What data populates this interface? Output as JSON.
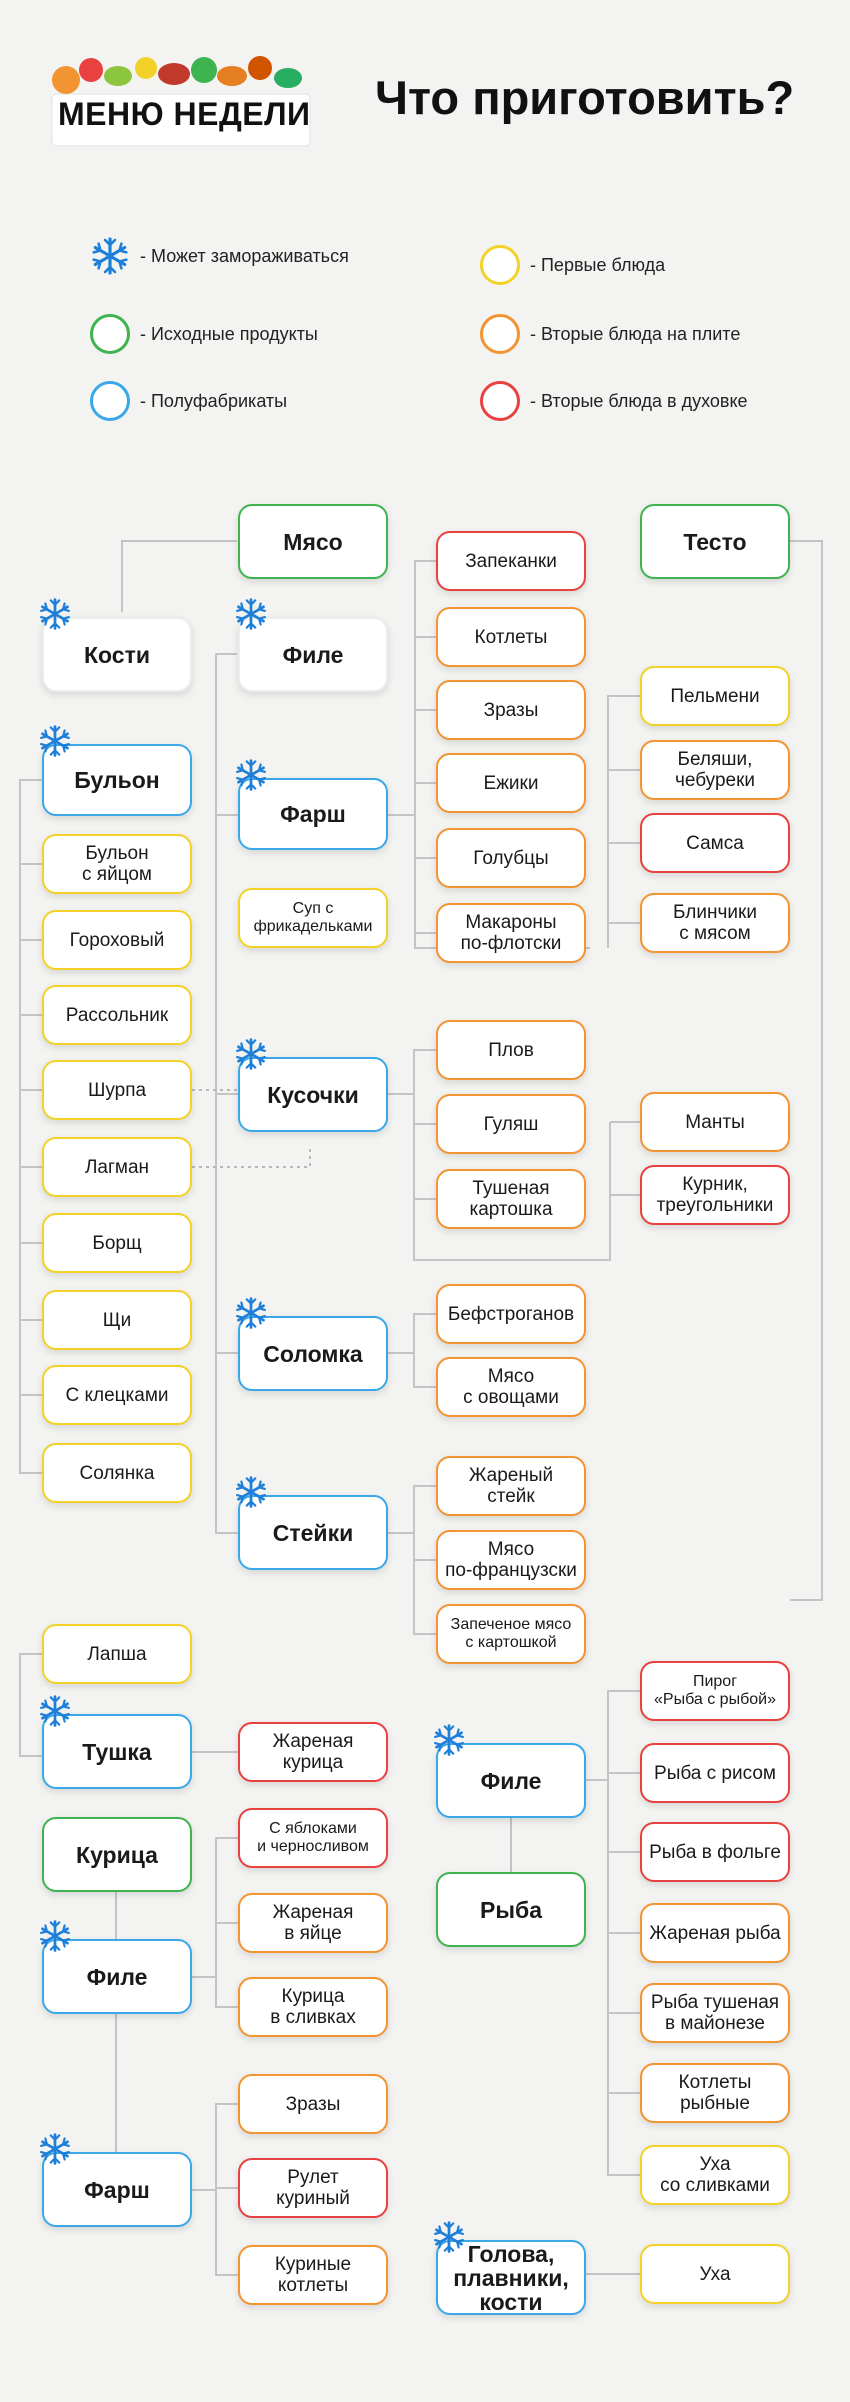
{
  "header": {
    "logo_text": "МЕНЮ НЕДЕЛИ",
    "title": "Что приготовить?"
  },
  "colors": {
    "green": "#3fb34f",
    "blue": "#3aa8e8",
    "yellow": "#f2d229",
    "orange": "#f29431",
    "red": "#e8413f",
    "grey": "#ececec",
    "snowflake": "#1e7fd8"
  },
  "legend": [
    {
      "type": "snow",
      "text": "- Может замораживаться"
    },
    {
      "type": "green",
      "text": "- Исходные продукты"
    },
    {
      "type": "blue",
      "text": "- Полуфабрикаты"
    },
    {
      "type": "yellow",
      "text": "- Первые блюда"
    },
    {
      "type": "orange",
      "text": "- Вторые блюда на плите"
    },
    {
      "type": "red",
      "text": "- Вторые блюда в духовке"
    }
  ],
  "nodes": [
    {
      "id": "myaso",
      "label": "Мясо",
      "color": "green",
      "bold": true
    },
    {
      "id": "testo",
      "label": "Тесто",
      "color": "green",
      "bold": true
    },
    {
      "id": "kosti",
      "label": "Кости",
      "color": "grey",
      "bold": true,
      "frozen": true
    },
    {
      "id": "file_m",
      "label": "Филе",
      "color": "grey",
      "bold": true,
      "frozen": true
    },
    {
      "id": "zapekanki",
      "label": "Запеканки",
      "color": "red"
    },
    {
      "id": "kotlety",
      "label": "Котлеты",
      "color": "orange"
    },
    {
      "id": "zrazy",
      "label": "Зразы",
      "color": "orange"
    },
    {
      "id": "ezhiki",
      "label": "Ежики",
      "color": "orange"
    },
    {
      "id": "golubtsy",
      "label": "Голубцы",
      "color": "orange"
    },
    {
      "id": "makarony",
      "label": "Макароны\nпо-флотски",
      "color": "orange"
    },
    {
      "id": "pelmeni",
      "label": "Пельмени",
      "color": "yellow"
    },
    {
      "id": "belyashi",
      "label": "Беляши,\nчебуреки",
      "color": "orange"
    },
    {
      "id": "samsa",
      "label": "Самса",
      "color": "red"
    },
    {
      "id": "blinchiki",
      "label": "Блинчики\nс мясом",
      "color": "orange"
    },
    {
      "id": "bulon",
      "label": "Бульон",
      "color": "blue",
      "bold": true,
      "frozen": true
    },
    {
      "id": "farsh_m",
      "label": "Фарш",
      "color": "blue",
      "bold": true,
      "frozen": true
    },
    {
      "id": "sup_frik",
      "label": "Суп с\nфрикадельками",
      "color": "yellow",
      "small": true
    },
    {
      "id": "bulon_yaico",
      "label": "Бульон\nс яйцом",
      "color": "yellow"
    },
    {
      "id": "gorohovyi",
      "label": "Гороховый",
      "color": "yellow"
    },
    {
      "id": "rassolnik",
      "label": "Рассольник",
      "color": "yellow"
    },
    {
      "id": "shurpa",
      "label": "Шурпа",
      "color": "yellow"
    },
    {
      "id": "lagman",
      "label": "Лагман",
      "color": "yellow"
    },
    {
      "id": "borsch",
      "label": "Борщ",
      "color": "yellow"
    },
    {
      "id": "schi",
      "label": "Щи",
      "color": "yellow"
    },
    {
      "id": "kletski",
      "label": "С клецками",
      "color": "yellow"
    },
    {
      "id": "solyanka",
      "label": "Солянка",
      "color": "yellow"
    },
    {
      "id": "kusochki",
      "label": "Кусочки",
      "color": "blue",
      "bold": true,
      "frozen": true
    },
    {
      "id": "plov",
      "label": "Плов",
      "color": "orange"
    },
    {
      "id": "gulyash",
      "label": "Гуляш",
      "color": "orange"
    },
    {
      "id": "tushenaya",
      "label": "Тушеная\nкартошка",
      "color": "orange"
    },
    {
      "id": "manty",
      "label": "Манты",
      "color": "orange"
    },
    {
      "id": "kurnik",
      "label": "Курник,\nтреугольники",
      "color": "red"
    },
    {
      "id": "solomka",
      "label": "Соломка",
      "color": "blue",
      "bold": true,
      "frozen": true
    },
    {
      "id": "befstroganov",
      "label": "Бефстроганов",
      "color": "orange"
    },
    {
      "id": "myaso_ovosch",
      "label": "Мясо\nс овощами",
      "color": "orange"
    },
    {
      "id": "steiki",
      "label": "Стейки",
      "color": "blue",
      "bold": true,
      "frozen": true
    },
    {
      "id": "zharenyi_steik",
      "label": "Жареный\nстейк",
      "color": "orange"
    },
    {
      "id": "myaso_fr",
      "label": "Мясо\nпо-французски",
      "color": "orange"
    },
    {
      "id": "zapech_myaso",
      "label": "Запеченое мясо\nс картошкой",
      "color": "orange",
      "small": true
    },
    {
      "id": "lapsha",
      "label": "Лапша",
      "color": "yellow"
    },
    {
      "id": "tushka",
      "label": "Тушка",
      "color": "blue",
      "bold": true,
      "frozen": true
    },
    {
      "id": "zharenaya_kur",
      "label": "Жареная\nкурица",
      "color": "red"
    },
    {
      "id": "kurica",
      "label": "Курица",
      "color": "green",
      "bold": true
    },
    {
      "id": "s_yablokami",
      "label": "С яблоками\nи черносливом",
      "color": "red",
      "small": true
    },
    {
      "id": "file_k",
      "label": "Филе",
      "color": "blue",
      "bold": true,
      "frozen": true
    },
    {
      "id": "zharenaya_yaice",
      "label": "Жареная\nв яйце",
      "color": "orange"
    },
    {
      "id": "kurica_slivki",
      "label": "Курица\nв сливках",
      "color": "orange"
    },
    {
      "id": "farsh_k",
      "label": "Фарш",
      "color": "blue",
      "bold": true,
      "frozen": true
    },
    {
      "id": "zrazy_k",
      "label": "Зразы",
      "color": "orange"
    },
    {
      "id": "rulet",
      "label": "Рулет\nкуриный",
      "color": "red"
    },
    {
      "id": "kurinye_kotlety",
      "label": "Куриные\nкотлеты",
      "color": "orange"
    },
    {
      "id": "file_r",
      "label": "Филе",
      "color": "blue",
      "bold": true,
      "frozen": true
    },
    {
      "id": "ryba",
      "label": "Рыба",
      "color": "green",
      "bold": true
    },
    {
      "id": "golova",
      "label": "Голова,\nплавники,\nкости",
      "color": "blue",
      "bold": true,
      "frozen": true
    },
    {
      "id": "pirog",
      "label": "Пирог\n«Рыба с рыбой»",
      "color": "red",
      "small": true
    },
    {
      "id": "ryba_ris",
      "label": "Рыба с рисом",
      "color": "red"
    },
    {
      "id": "ryba_folga",
      "label": "Рыба в фольге",
      "color": "red"
    },
    {
      "id": "zharenaya_ryba",
      "label": "Жареная рыба",
      "color": "orange"
    },
    {
      "id": "ryba_tush",
      "label": "Рыба тушеная\nв майонезе",
      "color": "orange"
    },
    {
      "id": "kotlety_ryb",
      "label": "Котлеты\nрыбные",
      "color": "orange"
    },
    {
      "id": "uha_slivki",
      "label": "Уха\nсо сливками",
      "color": "yellow"
    },
    {
      "id": "uha",
      "label": "Уха",
      "color": "yellow"
    }
  ]
}
